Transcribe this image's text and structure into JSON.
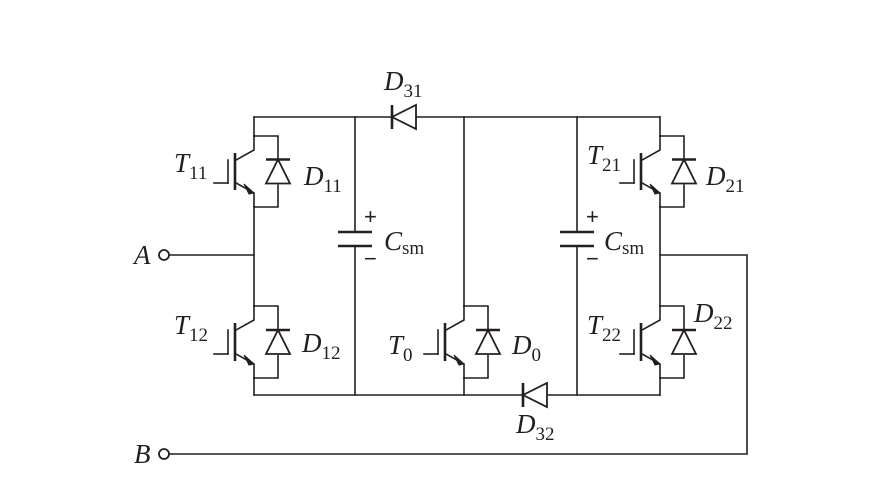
{
  "labels": {
    "T11": {
      "main": "T",
      "sub": "11"
    },
    "T12": {
      "main": "T",
      "sub": "12"
    },
    "T21": {
      "main": "T",
      "sub": "21"
    },
    "T22": {
      "main": "T",
      "sub": "22"
    },
    "T0": {
      "main": "T",
      "sub": "0"
    },
    "D11": {
      "main": "D",
      "sub": "11"
    },
    "D12": {
      "main": "D",
      "sub": "12"
    },
    "D21": {
      "main": "D",
      "sub": "21"
    },
    "D22": {
      "main": "D",
      "sub": "22"
    },
    "D0": {
      "main": "D",
      "sub": "0"
    },
    "D31": {
      "main": "D",
      "sub": "31"
    },
    "D32": {
      "main": "D",
      "sub": "32"
    },
    "C1": {
      "main": "C",
      "sub": "sm"
    },
    "C2": {
      "main": "C",
      "sub": "sm"
    },
    "A": "A",
    "B": "B",
    "plus": "+",
    "minus": "−"
  }
}
